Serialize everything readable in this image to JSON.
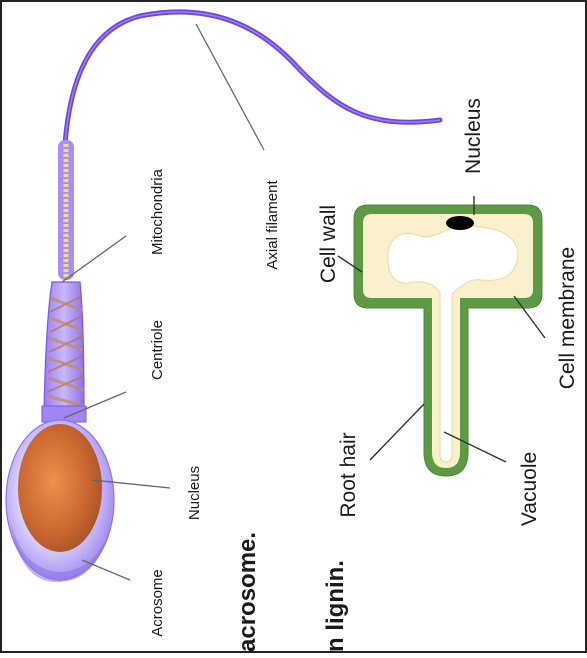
{
  "sperm": {
    "labels": {
      "acrosome": "Acrosome",
      "nucleus": "Nucleus",
      "centriole": "Centriole",
      "mitochondria": "Mitochondria",
      "axial_filament": "Axial filament"
    }
  },
  "root_hair_cell": {
    "labels": {
      "nucleus": "Nucleus",
      "cell_wall": "Cell wall",
      "cell_membrane": "Cell membrane",
      "vacuole": "Vacuole",
      "root_hair": "Root hair"
    }
  },
  "cropped_text": {
    "line1": "acrosome.",
    "line2": "n lignin."
  },
  "colors": {
    "tail": "#7b4fe0",
    "head_outer": "#b9a6f2",
    "nucleus": "#e07a3a",
    "cell_wall": "#5e9a46",
    "cytoplasm": "#fbf0cc",
    "vacuole": "#ffffff",
    "cell_nucleus": "#000000"
  }
}
